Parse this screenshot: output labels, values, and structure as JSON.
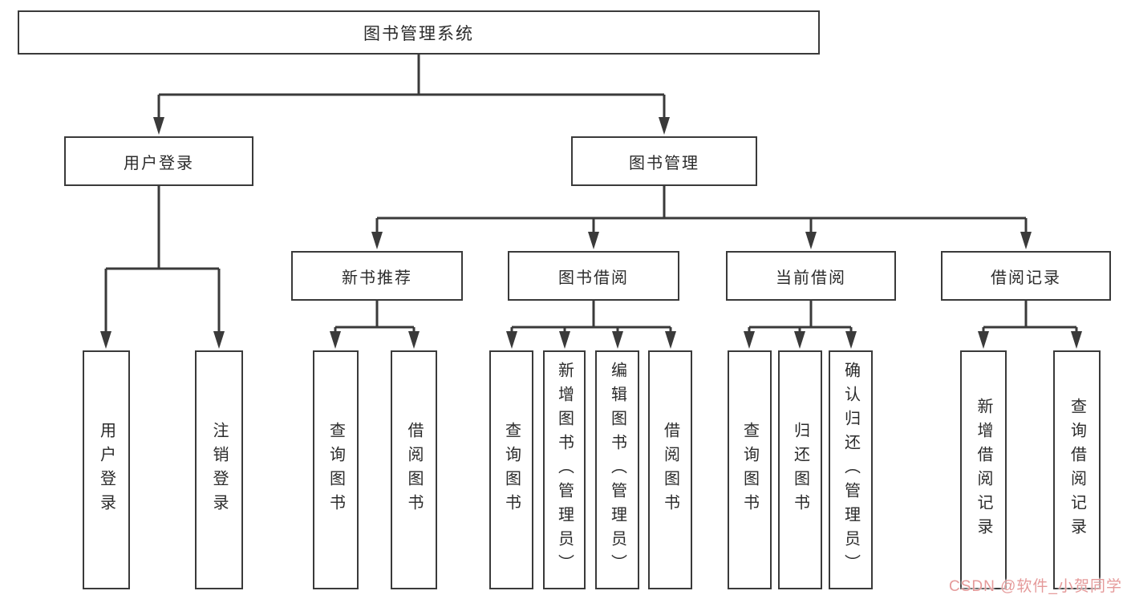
{
  "diagram": {
    "title": "图书管理系统",
    "root": {
      "label": "图书管理系统"
    },
    "level2": [
      {
        "label": "用户登录"
      },
      {
        "label": "图书管理"
      }
    ],
    "level3": [
      {
        "label": "新书推荐"
      },
      {
        "label": "图书借阅"
      },
      {
        "label": "当前借阅"
      },
      {
        "label": "借阅记录"
      }
    ],
    "leaves": {
      "login": [
        {
          "label": "用户登录"
        },
        {
          "label": "注销登录"
        }
      ],
      "newbooks": [
        {
          "label": "查询图书"
        },
        {
          "label": "借阅图书"
        }
      ],
      "borrow": [
        {
          "label": "查询图书"
        },
        {
          "label": "新增图书（管理员）"
        },
        {
          "label": "编辑图书（管理员）"
        },
        {
          "label": "借阅图书"
        }
      ],
      "current": [
        {
          "label": "查询图书"
        },
        {
          "label": "归还图书"
        },
        {
          "label": "确认归还（管理员）"
        }
      ],
      "records": [
        {
          "label": "新增借阅记录"
        },
        {
          "label": "查询借阅记录"
        }
      ]
    },
    "colors": {
      "line": "#3a3a3a",
      "box_border": "#3a3a3a",
      "text": "#2b2b2b",
      "background": "#ffffff",
      "watermark": "#e59a9a"
    }
  },
  "watermark": {
    "text": "CSDN @软件_小贺同学"
  }
}
